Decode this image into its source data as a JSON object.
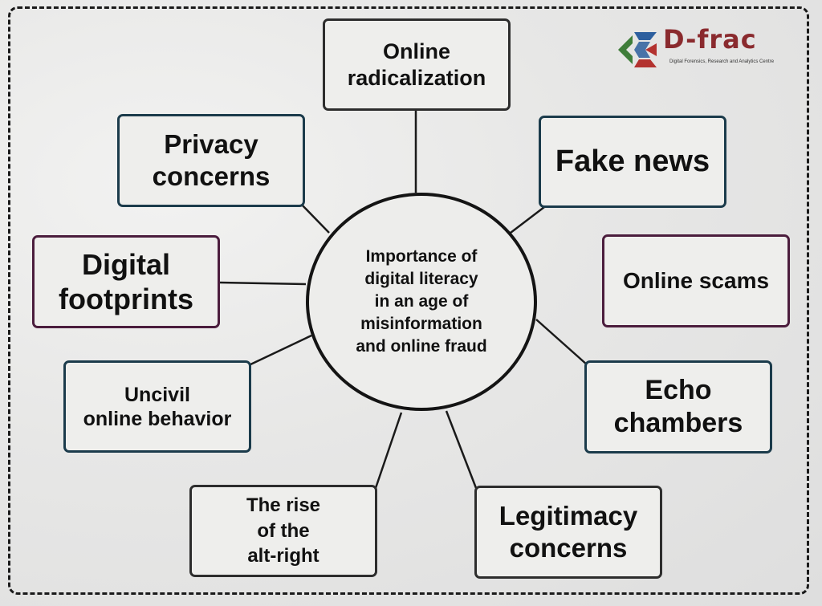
{
  "center": {
    "text": "Importance of\ndigital literacy\nin an age of\nmisinformation\nand online fraud"
  },
  "nodes": {
    "online_radicalization": "Online\nradicalization",
    "privacy_concerns": "Privacy\nconcerns",
    "fake_news": "Fake news",
    "digital_footprints": "Digital\nfootprints",
    "online_scams": "Online scams",
    "uncivil_online_behavior": "Uncivil\nonline behavior",
    "echo_chambers": "Echo\nchambers",
    "rise_of_alt_right": "The rise\nof the\nalt-right",
    "legitimacy_concerns": "Legitimacy\nconcerns"
  },
  "logo": {
    "name": "D-frac",
    "tagline": "Digital Forensics, Research and Analytics Centre",
    "colors": {
      "green": "#3f7d3a",
      "blue": "#2d5f9e",
      "red": "#b3322f"
    }
  },
  "colors": {
    "border_teal": "#1b3b4b",
    "border_plum": "#4b1d3d",
    "border_dark": "#2d2d2d",
    "line": "#1a1a1a"
  }
}
